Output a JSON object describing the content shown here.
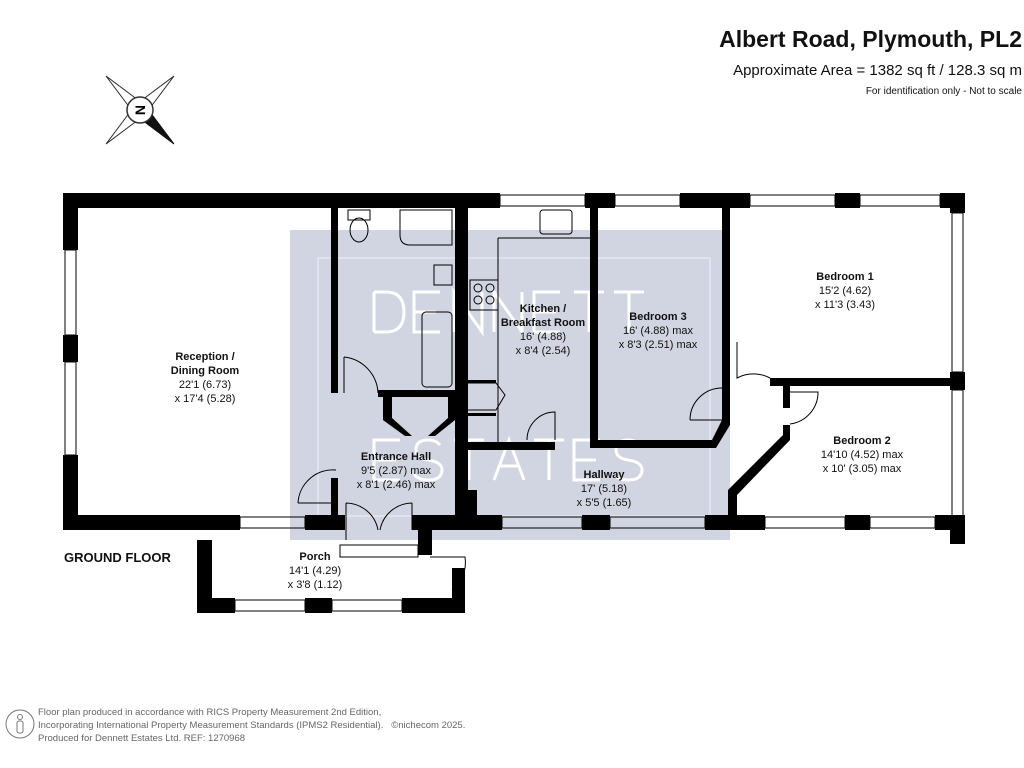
{
  "header": {
    "title": "Albert Road, Plymouth, PL2",
    "area": "Approximate Area = 1382 sq ft / 128.3 sq m",
    "note": "For identification only - Not to scale"
  },
  "compass": {
    "label": "N"
  },
  "floor_label": "GROUND FLOOR",
  "watermark": {
    "line1": "DENNETT",
    "line2": "ESTATES"
  },
  "rooms": {
    "reception": {
      "name1": "Reception /",
      "name2": "Dining Room",
      "dim1": "22'1 (6.73)",
      "dim2": "x 17'4 (5.28)"
    },
    "entrance": {
      "name": "Entrance Hall",
      "dim1": "9'5 (2.87) max",
      "dim2": "x 8'1 (2.46) max"
    },
    "porch": {
      "name": "Porch",
      "dim1": "14'1 (4.29)",
      "dim2": "x 3'8 (1.12)"
    },
    "kitchen": {
      "name1": "Kitchen /",
      "name2": "Breakfast Room",
      "dim1": "16' (4.88)",
      "dim2": "x 8'4 (2.54)"
    },
    "bedroom3": {
      "name": "Bedroom 3",
      "dim1": "16' (4.88) max",
      "dim2": "x 8'3 (2.51) max"
    },
    "hallway": {
      "name": "Hallway",
      "dim1": "17' (5.18)",
      "dim2": "x 5'5 (1.65)"
    },
    "bedroom1": {
      "name": "Bedroom 1",
      "dim1": "15'2 (4.62)",
      "dim2": "x 11'3 (3.43)"
    },
    "bedroom2": {
      "name": "Bedroom 2",
      "dim1": "14'10 (4.52) max",
      "dim2": "x 10' (3.05) max"
    }
  },
  "footer": {
    "line1": "Floor plan produced in accordance with RICS Property Measurement 2nd Edition,",
    "line2": "Incorporating International Property Measurement Standards (IPMS2 Residential).",
    "copyright": "©nichecom 2025.",
    "line3": "Produced for Dennett Estates Ltd.   REF:  1270968"
  },
  "colors": {
    "wall": "#000000",
    "watermark": "#c9cddc"
  }
}
